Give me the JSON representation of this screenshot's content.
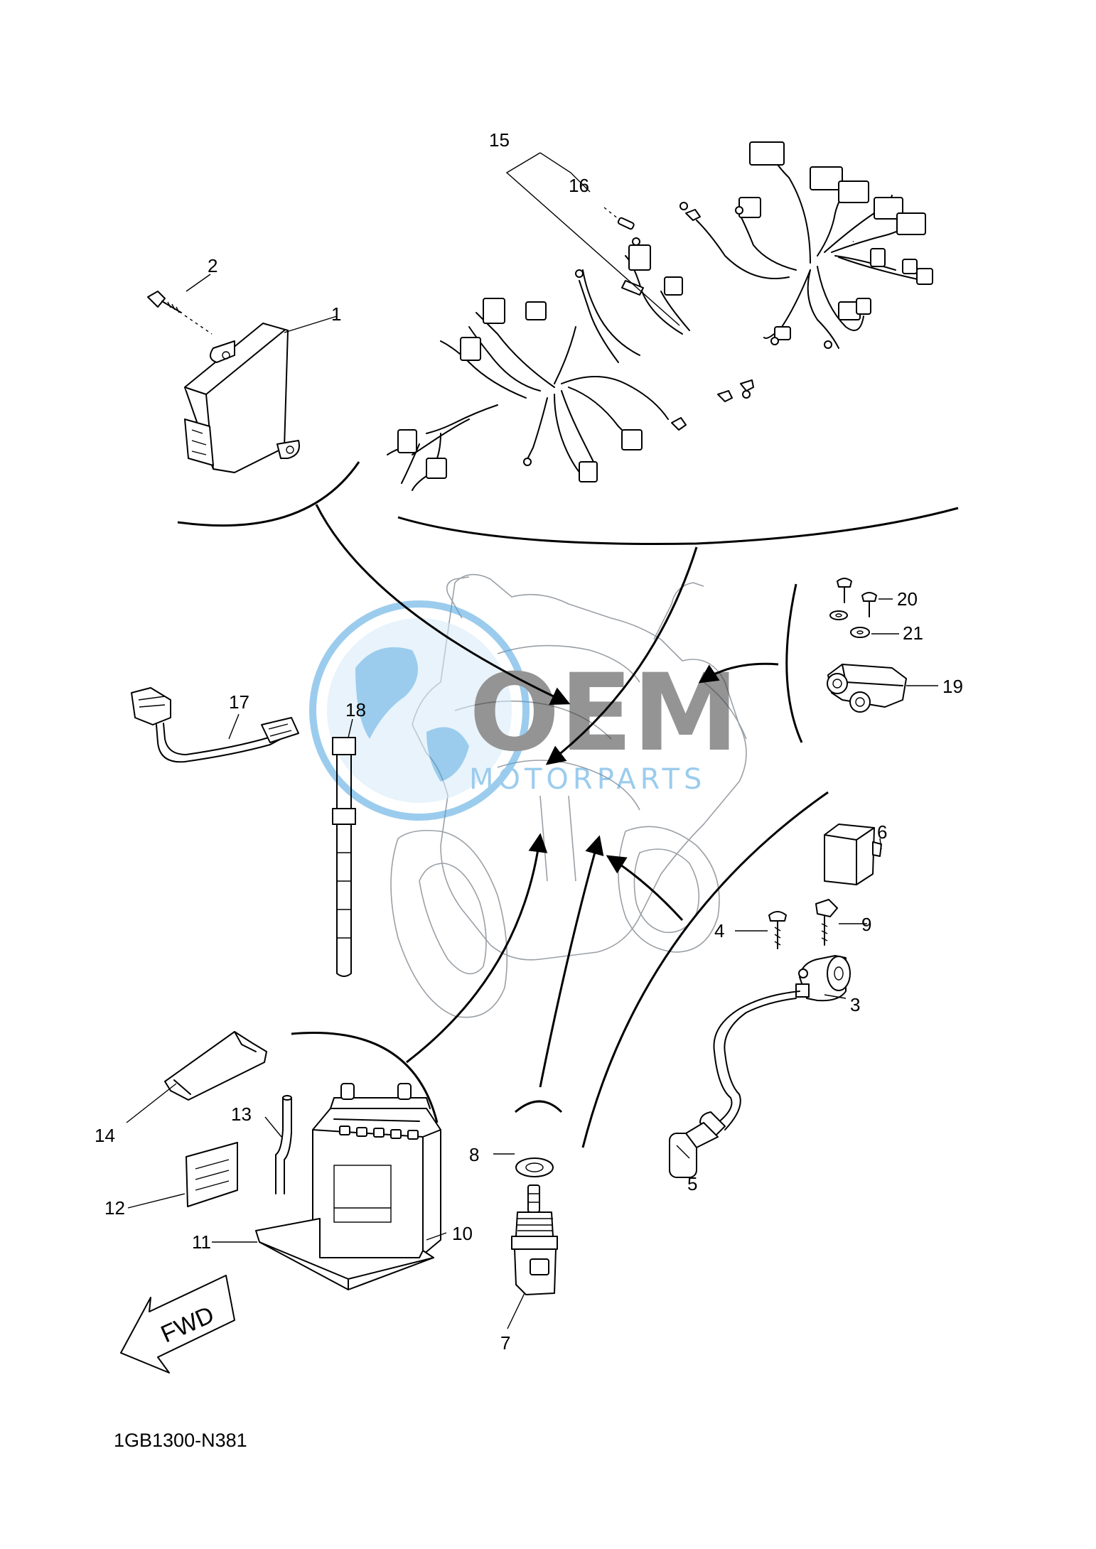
{
  "diagram": {
    "part_labels": [
      "1",
      "2",
      "3",
      "4",
      "5",
      "6",
      "7",
      "8",
      "9",
      "10",
      "11",
      "12",
      "13",
      "14",
      "15",
      "16",
      "17",
      "18",
      "19",
      "20",
      "21"
    ],
    "fwd_label": "FWD",
    "drawing_code": "1GB1300-N381",
    "watermark": {
      "brand": "OEM",
      "subtitle": "MOTORPARTS",
      "color": "#4aa3df"
    }
  }
}
